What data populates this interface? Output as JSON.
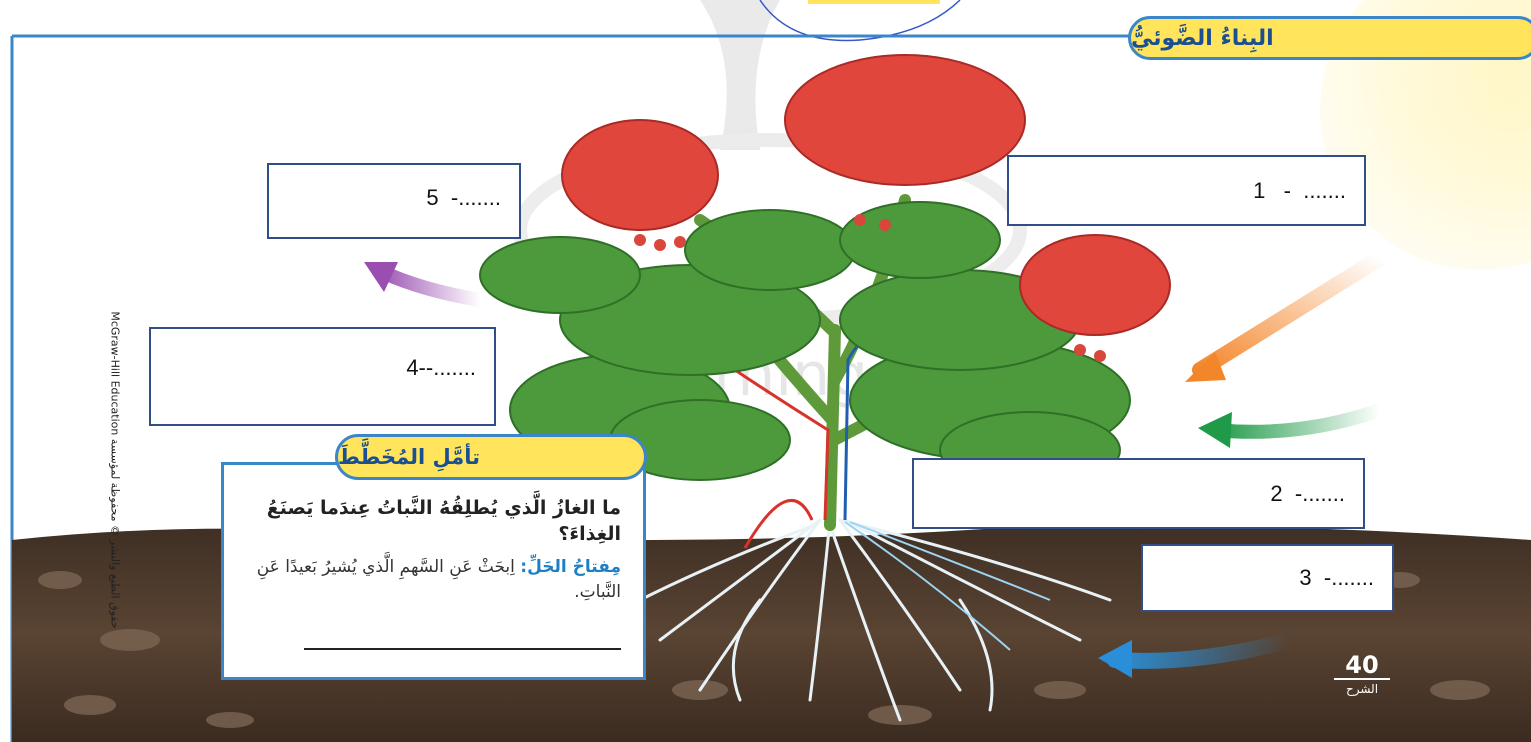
{
  "header": {
    "title": "البِناءُ الضَّوئيُّ"
  },
  "labels": [
    {
      "number": "1",
      "text": "1   -  ......."
    },
    {
      "number": "2",
      "text": "2  -......."
    },
    {
      "number": "3",
      "text": "3  -......."
    },
    {
      "number": "4",
      "text": "4--......."
    },
    {
      "number": "5",
      "text": "5  -......."
    }
  ],
  "diagram_box": {
    "title": "تأمَّلِ المُخَطَّطَ",
    "question": "ما الغازُ الَّذي يُطلِقُهُ النَّباتُ عِندَما يَصنَعُ الغِذاءَ؟",
    "hint_label": "مِفتاحُ الحَلِّ:",
    "hint_text": "اِبحَثْ عَنِ السَّهمِ الَّذي يُشيرُ بَعيدًا عَنِ النَّباتِ."
  },
  "page": {
    "number": "40",
    "caption": "الشرح"
  },
  "side_text": "McGraw-Hill Education حقوق الطبع والنشر © محفوظة لمؤسسة",
  "colors": {
    "border": "#3a86c8",
    "tab_fill": "#ffe45c",
    "label_border": "#2f4f86",
    "arrow_orange": "#f4862a",
    "arrow_green": "#1f9a48",
    "arrow_blue": "#2a8fd8",
    "arrow_purple": "#9a4fb0"
  }
}
